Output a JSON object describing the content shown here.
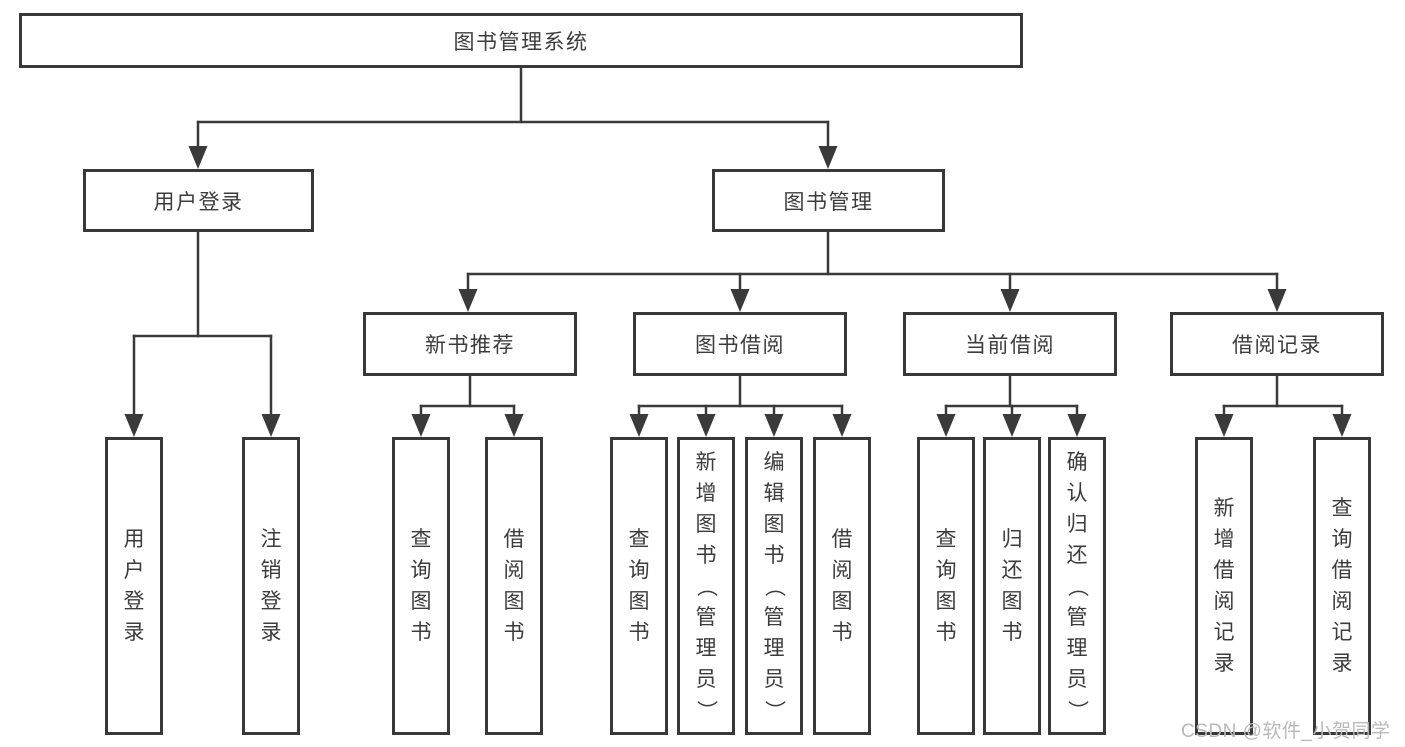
{
  "meta": {
    "background_color": "#ffffff",
    "line_color": "#3a3a3a",
    "border_color": "#383838",
    "text_color": "#3c3c3c",
    "watermark_color": "#b9b9b9"
  },
  "root": {
    "label": "图书管理系统"
  },
  "branches": [
    {
      "label": "用户登录",
      "children": [
        {
          "label": "用户登录"
        },
        {
          "label": "注销登录"
        }
      ]
    },
    {
      "label": "图书管理",
      "children": [
        {
          "label": "新书推荐",
          "children": [
            {
              "label": "查询图书"
            },
            {
              "label": "借阅图书"
            }
          ]
        },
        {
          "label": "图书借阅",
          "children": [
            {
              "label": "查询图书"
            },
            {
              "label": "新增图书（管理员）"
            },
            {
              "label": "编辑图书（管理员）"
            },
            {
              "label": "借阅图书"
            }
          ]
        },
        {
          "label": "当前借阅",
          "children": [
            {
              "label": "查询图书"
            },
            {
              "label": "归还图书"
            },
            {
              "label": "确认归还（管理员）"
            }
          ]
        },
        {
          "label": "借阅记录",
          "children": [
            {
              "label": "新增借阅记录"
            },
            {
              "label": "查询借阅记录"
            }
          ]
        }
      ]
    }
  ],
  "watermark": "CSDN @软件_小贺同学"
}
